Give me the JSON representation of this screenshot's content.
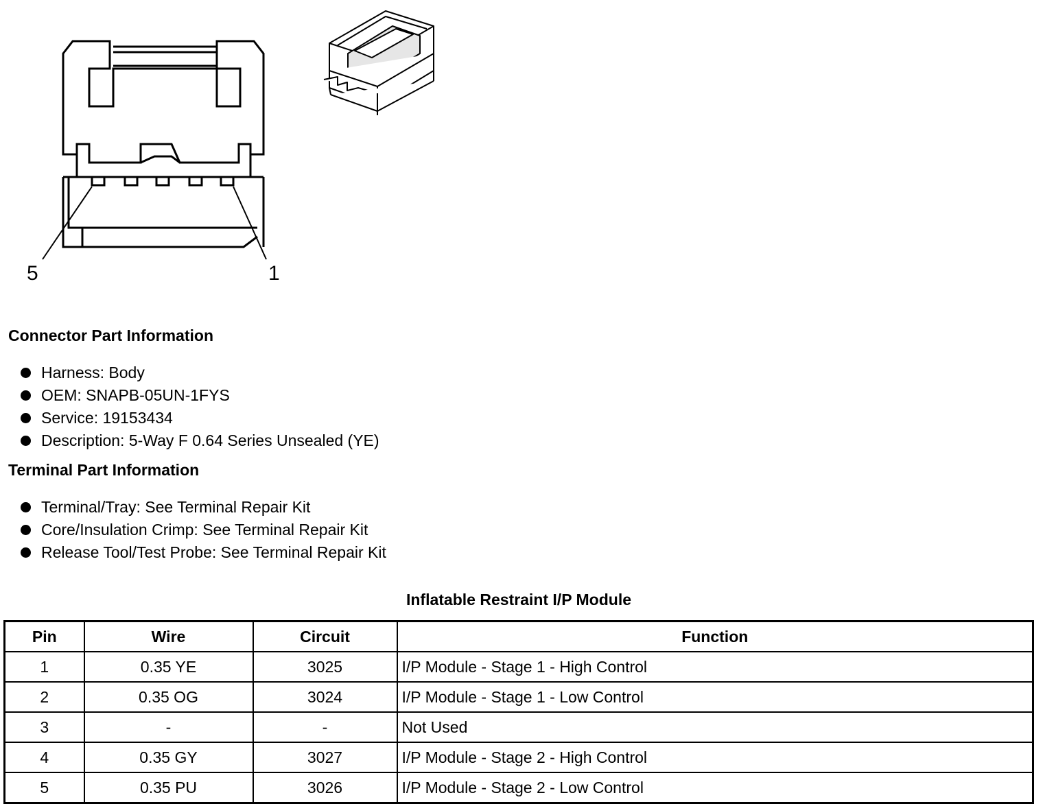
{
  "diagram": {
    "pin_labels": [
      "5",
      "1"
    ]
  },
  "connector_info": {
    "heading": "Connector Part Information",
    "items": [
      "Harness: Body",
      "OEM: SNAPB-05UN-1FYS",
      "Service: 19153434",
      "Description: 5-Way F 0.64 Series Unsealed (YE)"
    ]
  },
  "terminal_info": {
    "heading": "Terminal Part Information",
    "items": [
      "Terminal/Tray: See Terminal Repair Kit",
      "Core/Insulation Crimp: See Terminal Repair Kit",
      "Release Tool/Test Probe: See Terminal Repair Kit"
    ]
  },
  "table": {
    "title": "Inflatable Restraint I/P Module",
    "headers": [
      "Pin",
      "Wire",
      "Circuit",
      "Function"
    ],
    "rows": [
      [
        "1",
        "0.35 YE",
        "3025",
        "I/P Module - Stage 1 - High Control"
      ],
      [
        "2",
        "0.35 OG",
        "3024",
        "I/P Module - Stage 1 - Low Control"
      ],
      [
        "3",
        "-",
        "-",
        "Not Used"
      ],
      [
        "4",
        "0.35 GY",
        "3027",
        "I/P Module - Stage 2 - High Control"
      ],
      [
        "5",
        "0.35 PU",
        "3026",
        "I/P Module - Stage 2 - Low Control"
      ]
    ]
  }
}
